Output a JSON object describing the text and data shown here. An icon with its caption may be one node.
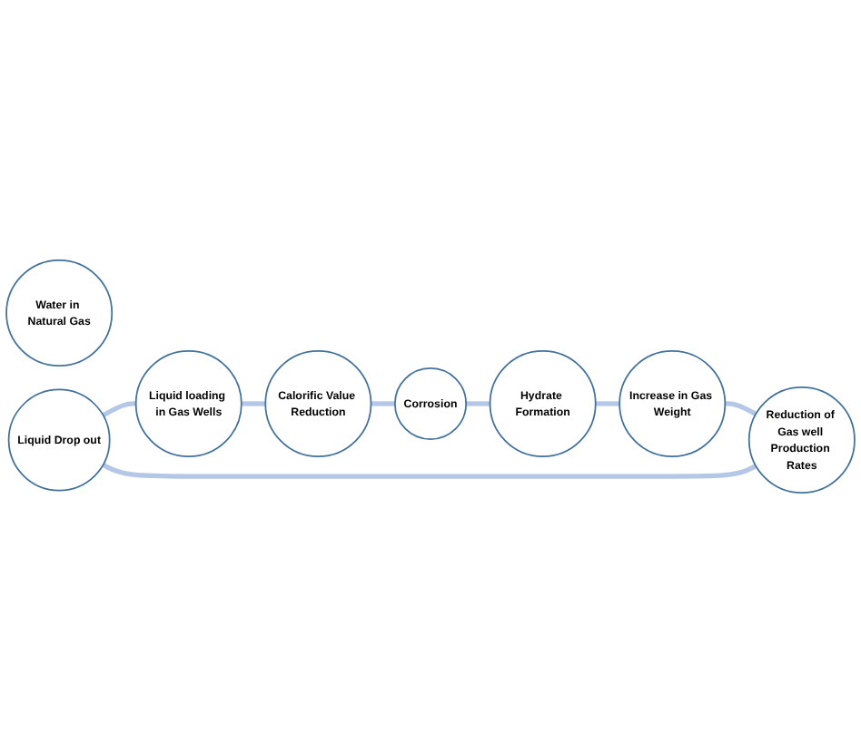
{
  "diagram": {
    "nodes": [
      {
        "text": [
          "Water in Natural Gas"
        ]
      },
      {
        "text": [
          "Liquid Drop out"
        ]
      },
      {
        "text": [
          "Liquid loading in Gas Wells"
        ]
      },
      {
        "text": [
          "Calorific Value Reduction"
        ]
      },
      {
        "text": [
          "Corrosion"
        ]
      },
      {
        "text": [
          "Hydrate Formation"
        ]
      },
      {
        "text": [
          "Increase in Gas Weight"
        ]
      },
      {
        "text": [
          "Reduction of Gas well Production Rates"
        ]
      }
    ],
    "edges": [
      {
        "from": 1,
        "to": 2,
        "arrow": "none"
      },
      {
        "from": 2,
        "to": 3,
        "arrow": "none"
      },
      {
        "from": 3,
        "to": 4,
        "arrow": "none"
      },
      {
        "from": 4,
        "to": 5,
        "arrow": "none"
      },
      {
        "from": 5,
        "to": 6,
        "arrow": "none"
      },
      {
        "from": 6,
        "to": 7,
        "arrow": "none"
      },
      {
        "from": 7,
        "to": 1,
        "arrow": "none"
      }
    ]
  }
}
